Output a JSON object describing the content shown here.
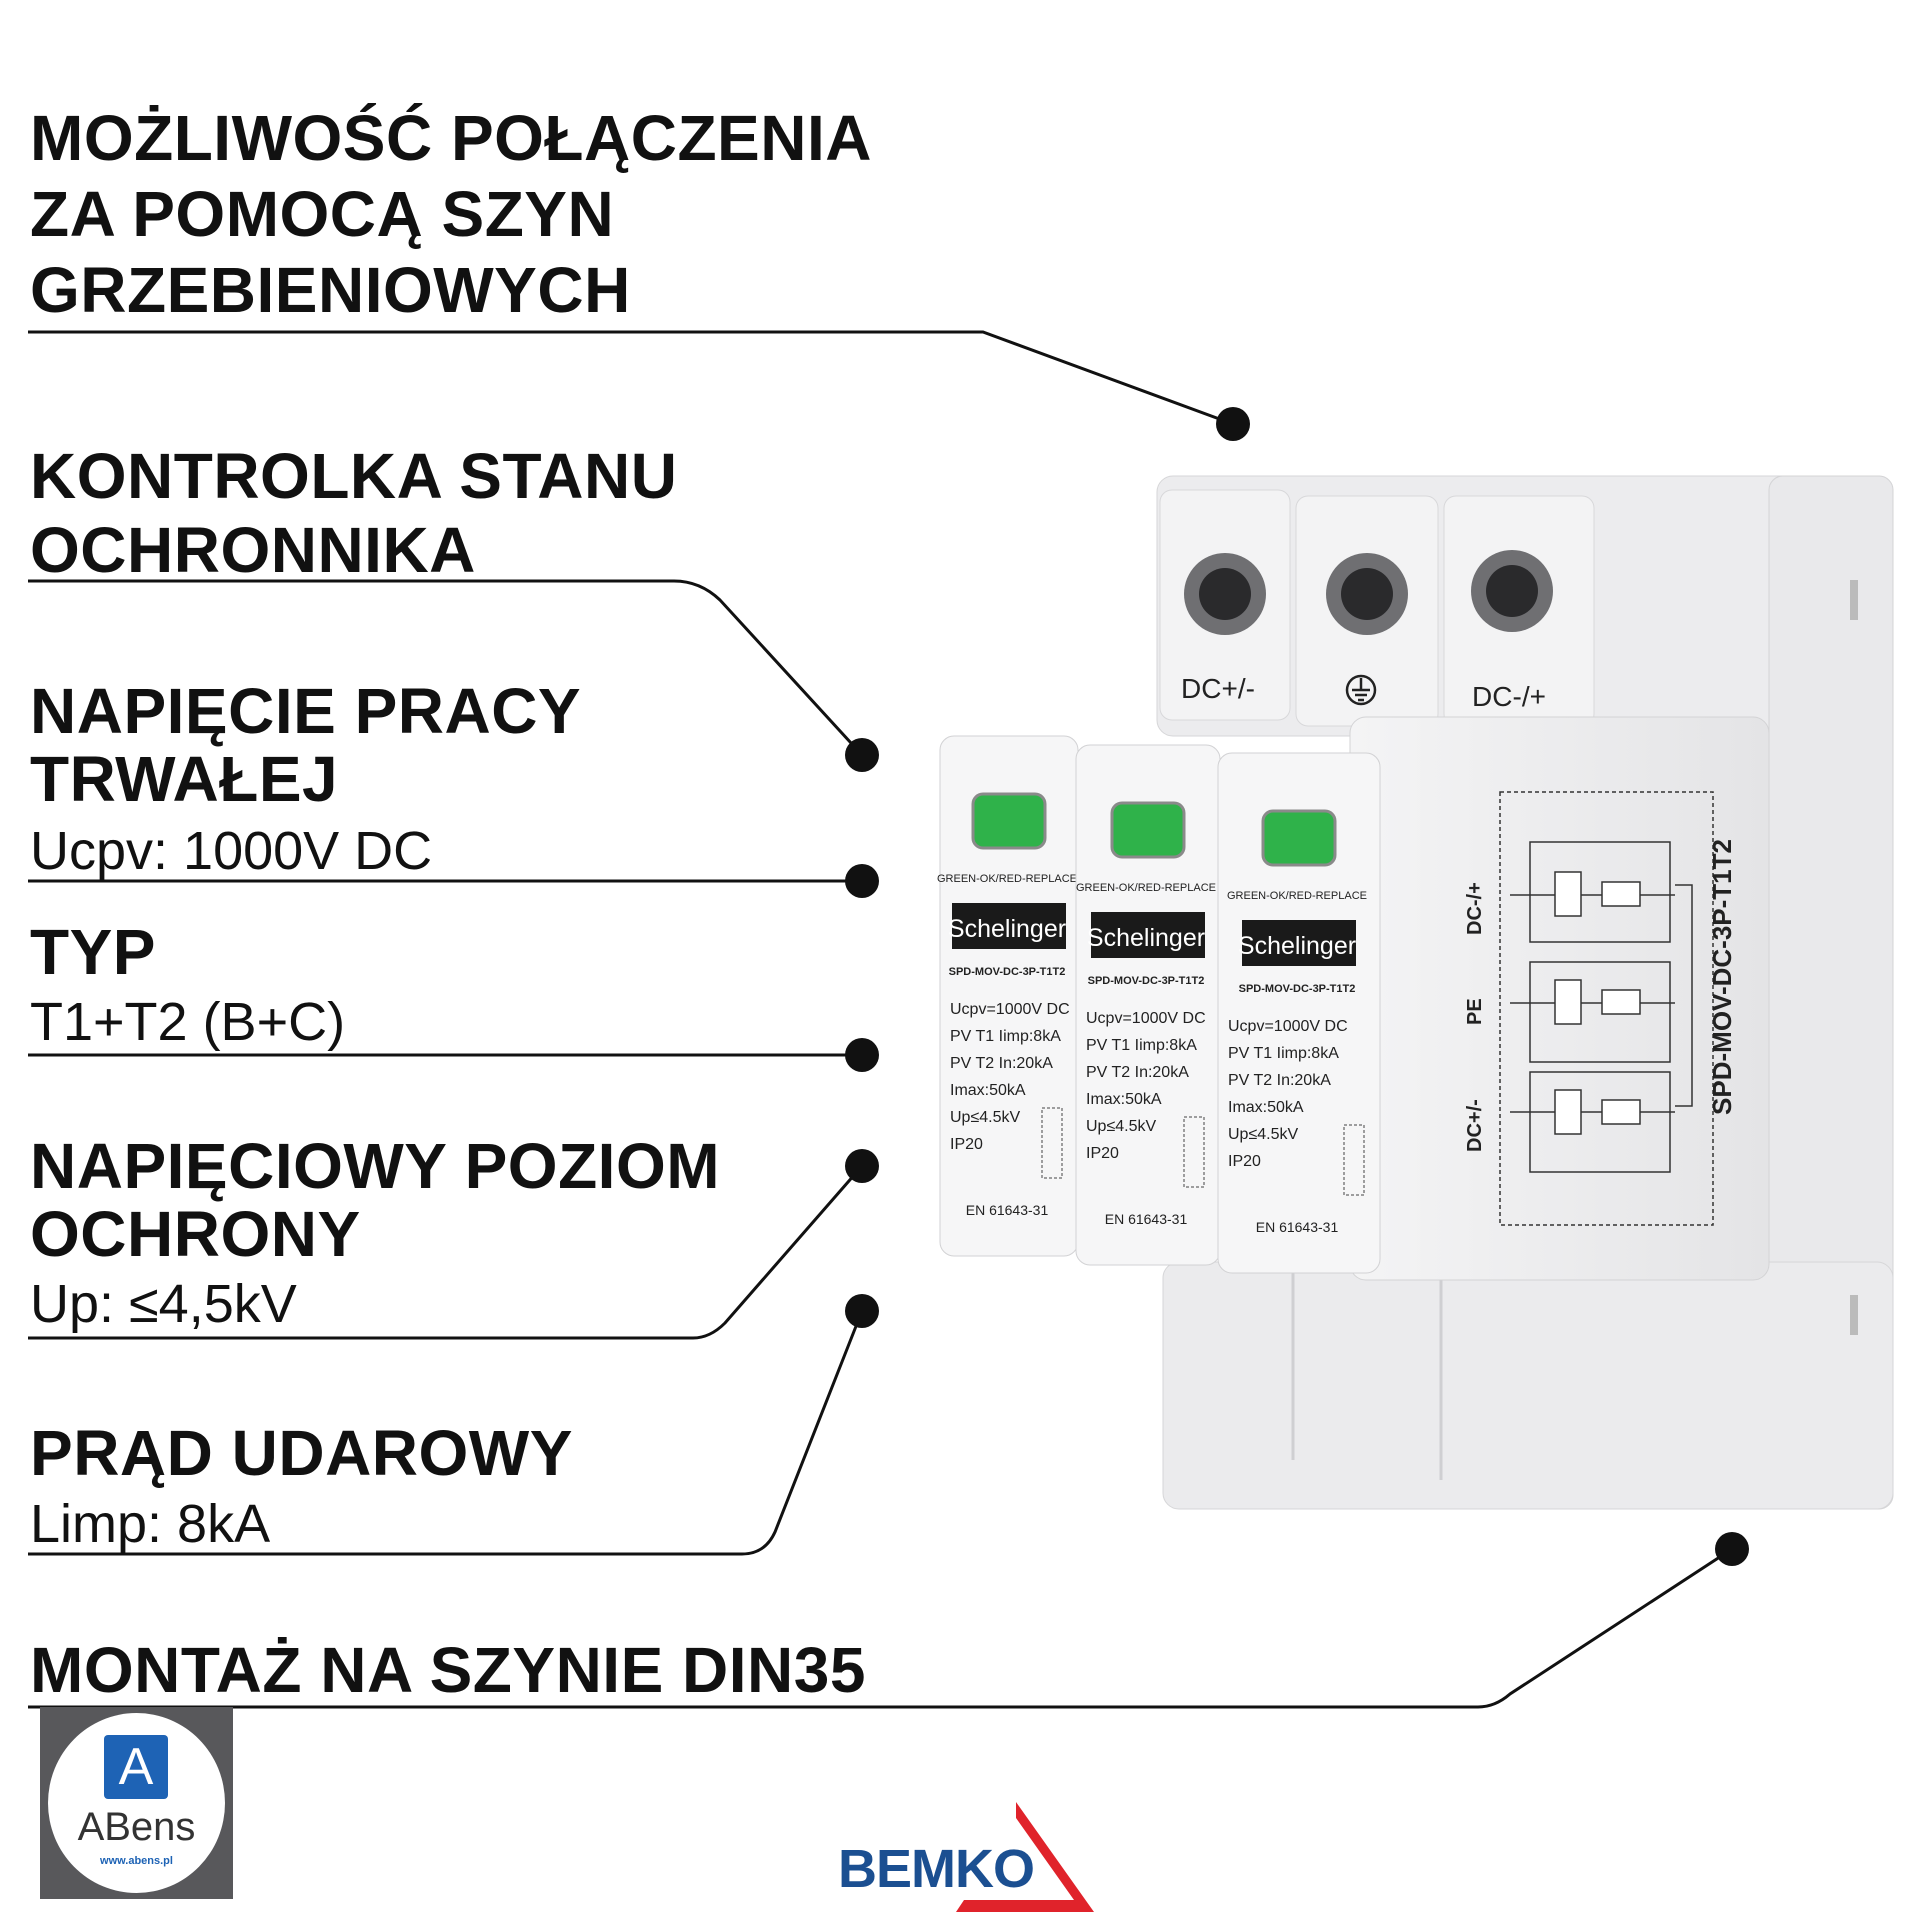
{
  "features": [
    {
      "title_lines": [
        "MOŻLIWOŚĆ POŁĄCZENIA",
        "ZA POMOCĄ SZYN",
        "GRZEBIENIOWYCH"
      ]
    },
    {
      "title_lines": [
        "KONTROLKA STANU",
        "OCHRONNIKA"
      ]
    },
    {
      "title_lines": [
        "NAPIĘCIE PRACY",
        "TRWAŁEJ"
      ],
      "value": "Ucpv: 1000V DC"
    },
    {
      "title_lines": [
        "TYP"
      ],
      "value": "T1+T2 (B+C)"
    },
    {
      "title_lines": [
        "NAPIĘCIOWY POZIOM",
        "OCHRONY"
      ],
      "value": "Up: ≤4,5kV"
    },
    {
      "title_lines": [
        "PRĄD UDAROWY"
      ],
      "value": "Limp: 8kA"
    },
    {
      "title_lines": [
        "MONTAŻ NA SZYNIE DIN35"
      ]
    }
  ],
  "device": {
    "terminals": {
      "left": "DC+/-",
      "middle_icon": "ground-symbol",
      "right": "DC-/+"
    },
    "module": {
      "indicator": "GREEN-OK/RED-REPLACE",
      "brand": "Schelinger",
      "model": "SPD-MOV-DC-3P-T1T2",
      "specs": [
        "Ucpv=1000V DC",
        "PV T1 Iimp:8kA",
        "PV T2 In:20kA",
        "Imax:50kA",
        "Up≤4.5kV",
        "IP20"
      ],
      "standard": "EN 61643-31"
    },
    "side": {
      "labels": [
        "DC-/+",
        "PE",
        "DC+/-"
      ],
      "model": "SPD-MOV-DC-3P-T1T2"
    },
    "indicator_color": "#2fb24a"
  },
  "logos": {
    "abens": {
      "name": "ABens",
      "url": "www.abens.pl",
      "letter": "A"
    },
    "bemko": {
      "name": "BEMKO"
    }
  },
  "colors": {
    "text": "#111111",
    "bemko_blue": "#1b4f91",
    "bemko_red": "#e0232b",
    "abens_blue": "#1e63b5",
    "abens_bg": "#58585b"
  }
}
